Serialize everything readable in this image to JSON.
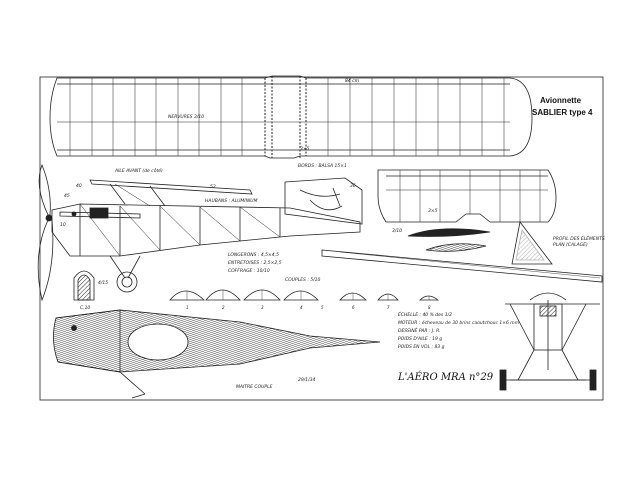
{
  "title": {
    "line1": "Avionnette",
    "line2": "SABLIER type 4"
  },
  "labels": {
    "wing_top_span": "84 cm",
    "nervures": "NERVURES 3/10",
    "wing_bottom_dim": "3×5",
    "wing_section_caption": "AILE AVANT (de côté)",
    "dim_40": "40",
    "dim_36": "36",
    "dim_52": "52",
    "dim_45": "45",
    "haubans": "HAUBANS : ALUMINIUM",
    "dim_10": "10",
    "bords": "BORDS : BALSA 15×1",
    "tail_dim": "3×5",
    "dim_3_10": "3/10",
    "longerons": "LONGERONS : 4,5×4,5",
    "entretoises": "ENTRETOISES : 2,5×2,5",
    "coffrage": "COFFRAGE : 10/10",
    "couples": "COUPLES : 5/10",
    "wheel_label": "C.10",
    "dim_4_15": "4/15",
    "profile_label": "PROFIL DES ÉLÉMENTS",
    "profile_label_2": "PLAN (CALAGE)",
    "maitre_couple": "MAITRE COUPLE",
    "date": "29/1/34"
  },
  "rib_labels": [
    "1",
    "2",
    "3",
    "4",
    "5",
    "6",
    "7",
    "8"
  ],
  "notes": {
    "echelle": "ÉCHELLE : 40 % des 1/2",
    "moteur": "MOTEUR : écheveau de 30 brins caoutchouc 1×6 mm",
    "dessin": "DESSINÉ PAR : J. R.",
    "poids_aile": "POIDS D'AILE : 19 g",
    "poids_vol": "POIDS EN VOL : 83 g"
  },
  "source": "L'AÉRO MRA n°29"
}
